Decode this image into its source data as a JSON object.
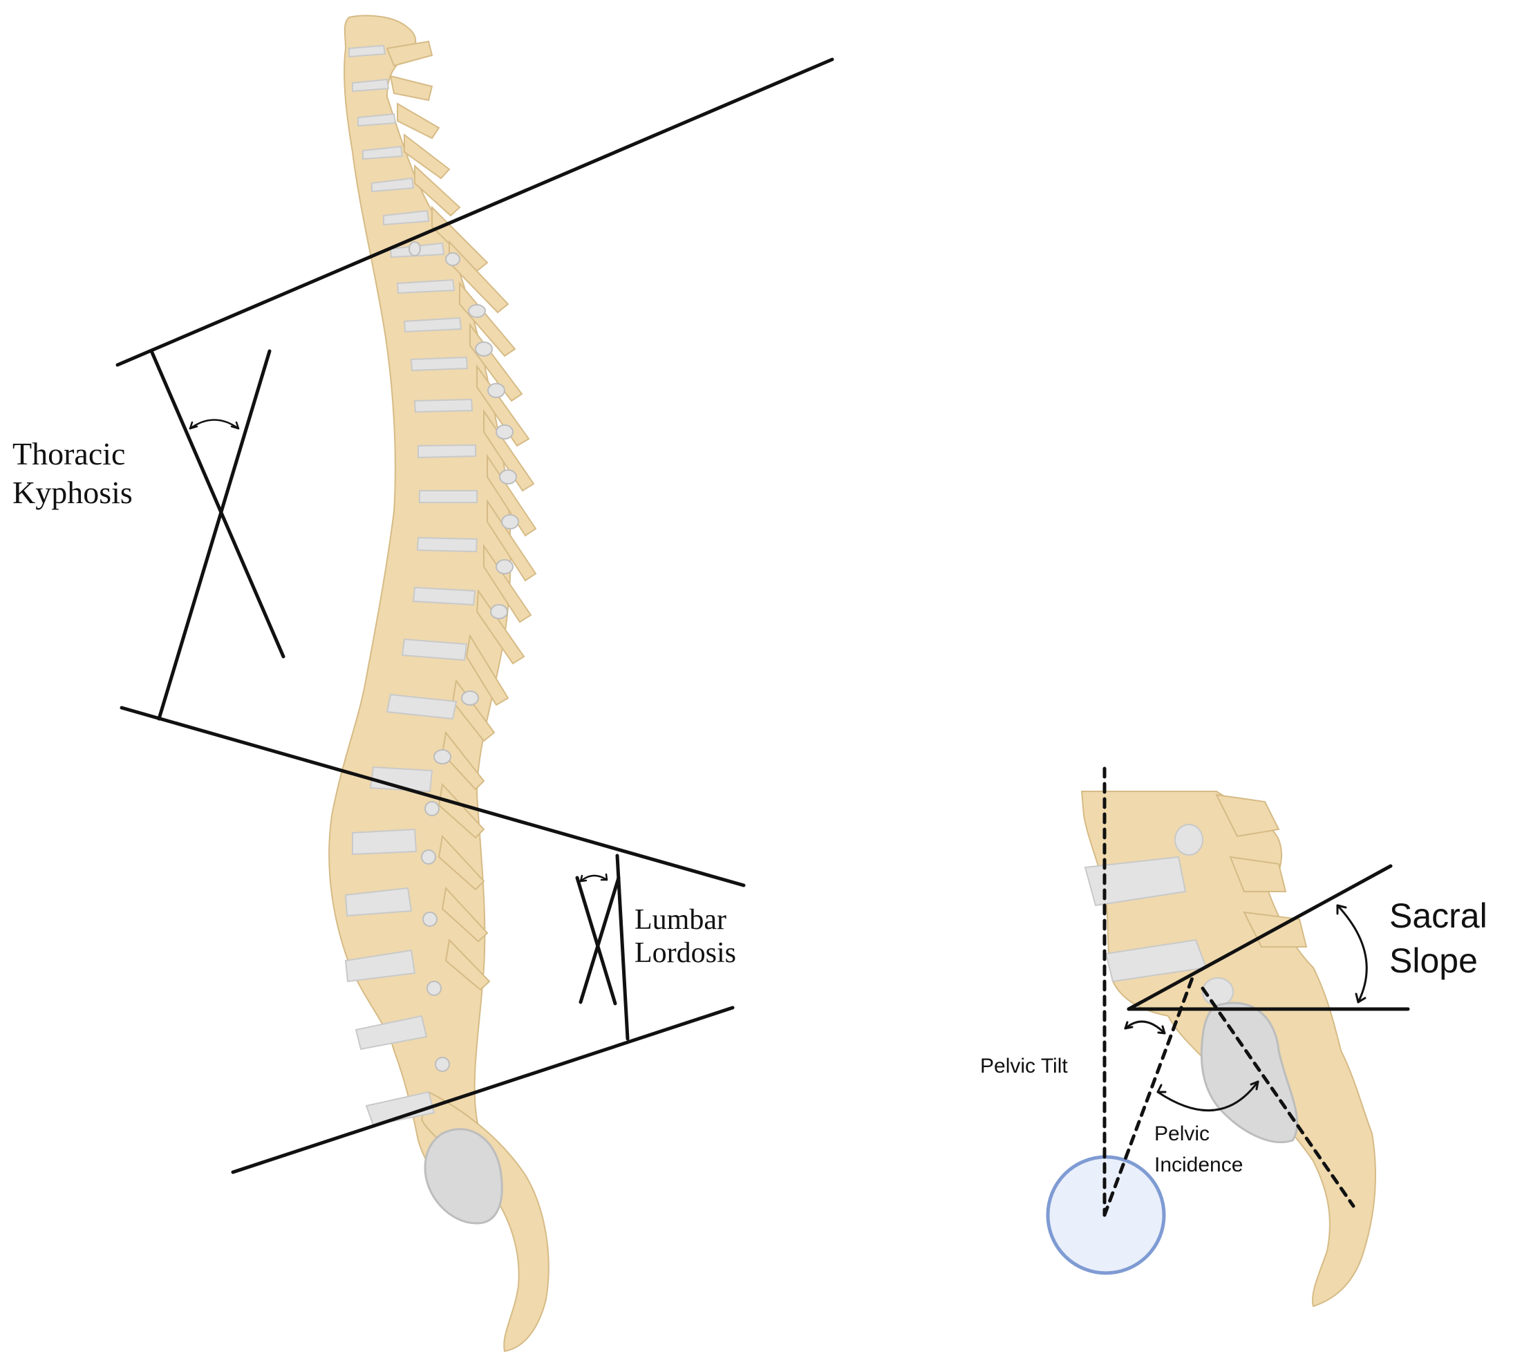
{
  "colors": {
    "bone": "#efd9ad",
    "bone_edge": "#d6bb86",
    "disc": "#e3e3e3",
    "disc_edge": "#c9c9c9",
    "line": "#111111",
    "femoral_head_fill": "#e9effb",
    "femoral_head_stroke": "#7f9bd3"
  },
  "labels": {
    "thoracic_line1": "Thoracic",
    "thoracic_line2": "Kyphosis",
    "lumbar_line1": "Lumbar",
    "lumbar_line2": "Lordosis",
    "sacral_line1": "Sacral",
    "sacral_line2": "Slope",
    "pelvic_tilt": "Pelvic Tilt",
    "pelvic_incidence_line1": "Pelvic",
    "pelvic_incidence_line2": "Incidence"
  }
}
